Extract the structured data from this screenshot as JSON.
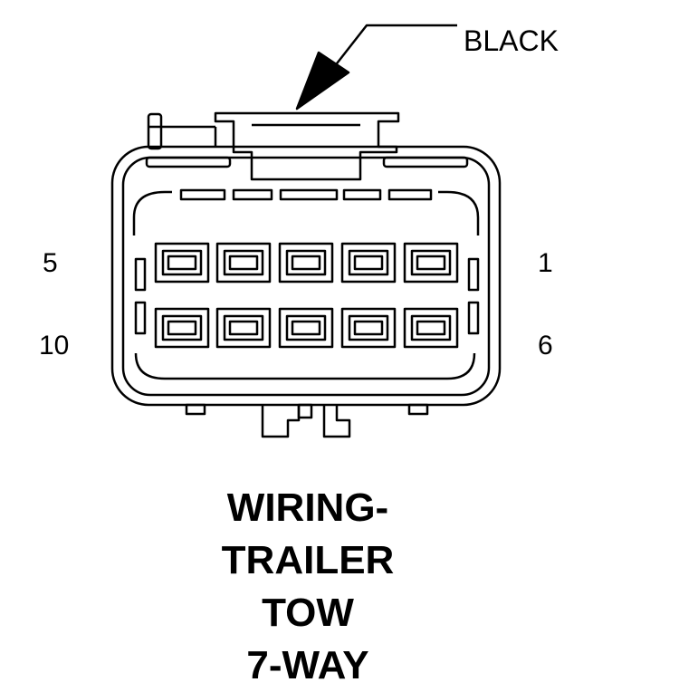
{
  "housing_color_label": "BLACK",
  "pin_labels": {
    "top_left": "5",
    "top_right": "1",
    "bottom_left": "10",
    "bottom_right": "6"
  },
  "caption_lines": [
    "WIRING-",
    "TRAILER",
    "TOW",
    "7-WAY"
  ],
  "colors": {
    "line": "#000000",
    "background": "#ffffff"
  }
}
